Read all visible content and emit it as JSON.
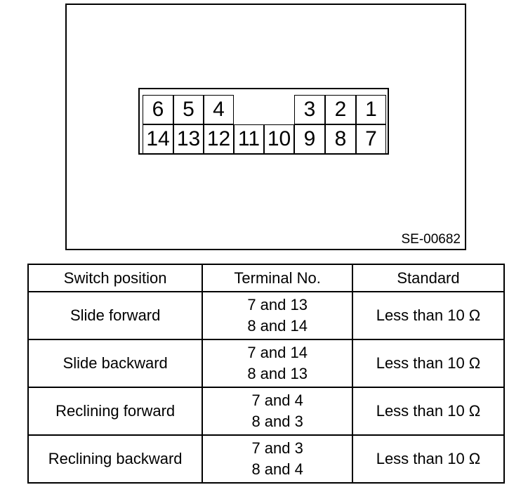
{
  "figure": {
    "code": "SE-00682",
    "connector": {
      "top_row": [
        "6",
        "5",
        "4",
        "",
        "",
        "3",
        "2",
        "1"
      ],
      "bottom_row": [
        "14",
        "13",
        "12",
        "11",
        "10",
        "9",
        "8",
        "7"
      ]
    }
  },
  "table": {
    "headers": [
      "Switch position",
      "Terminal No.",
      "Standard"
    ],
    "rows": [
      {
        "position": "Slide forward",
        "terminal_1": "7 and 13",
        "terminal_2": "8 and 14",
        "standard": "Less than 10 Ω"
      },
      {
        "position": "Slide backward",
        "terminal_1": "7 and 14",
        "terminal_2": "8 and 13",
        "standard": "Less than 10 Ω"
      },
      {
        "position": "Reclining forward",
        "terminal_1": "7 and 4",
        "terminal_2": "8 and 3",
        "standard": "Less than 10 Ω"
      },
      {
        "position": "Reclining backward",
        "terminal_1": "7 and 3",
        "terminal_2": "8 and 4",
        "standard": "Less than 10 Ω"
      }
    ]
  }
}
